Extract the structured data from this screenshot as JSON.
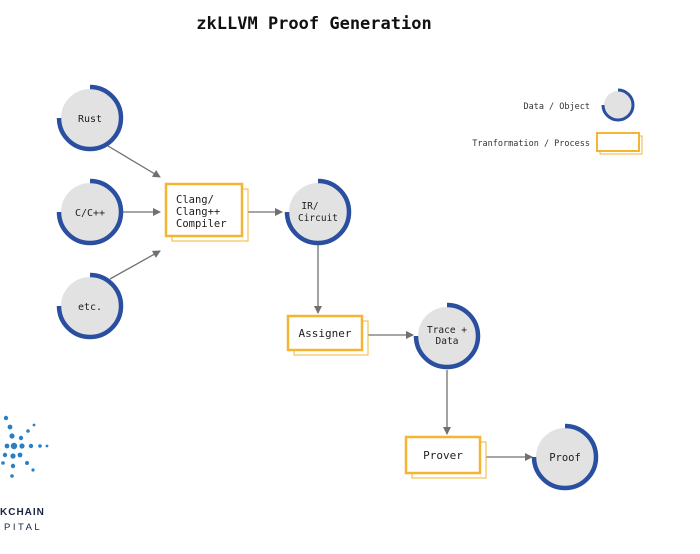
{
  "title": "zkLLVM Proof Generation",
  "legend": {
    "data_object_label": "Data / Object",
    "process_label": "Tranformation / Process"
  },
  "nodes": {
    "rust": "Rust",
    "cpp": "C/C++",
    "etc": "etc.",
    "compiler": [
      "Clang/",
      "Clang++",
      "Compiler"
    ],
    "ir_circuit": [
      "IR/",
      "Circuit"
    ],
    "assigner": "Assigner",
    "trace_data": [
      "Trace +",
      "Data"
    ],
    "prover": "Prover",
    "proof": "Proof"
  },
  "brand": {
    "line1": "KCHAIN",
    "line2": "PITAL"
  },
  "colors": {
    "ring_blue": "#2b4fa0",
    "circle_fill": "#e2e2e2",
    "process_orange": "#f2b534",
    "arrow_gray": "#707070",
    "brand_blue": "#2a7fc4"
  }
}
